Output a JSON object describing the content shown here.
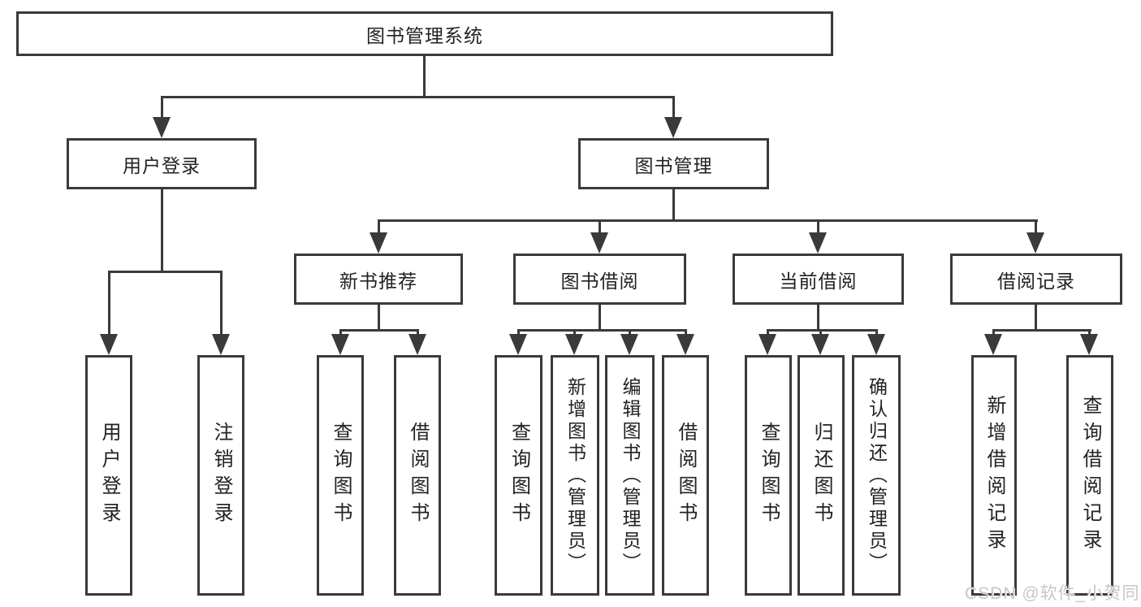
{
  "tree": {
    "label": "图书管理系统",
    "children": [
      {
        "label": "用户登录",
        "children": [
          {
            "label": "用户登录"
          },
          {
            "label": "注销登录"
          }
        ]
      },
      {
        "label": "图书管理",
        "children": [
          {
            "label": "新书推荐",
            "children": [
              {
                "label": "查询图书"
              },
              {
                "label": "借阅图书"
              }
            ]
          },
          {
            "label": "图书借阅",
            "children": [
              {
                "label": "查询图书"
              },
              {
                "label": "新增图书（管理员）"
              },
              {
                "label": "编辑图书（管理员）"
              },
              {
                "label": "借阅图书"
              }
            ]
          },
          {
            "label": "当前借阅",
            "children": [
              {
                "label": "查询图书"
              },
              {
                "label": "归还图书"
              },
              {
                "label": "确认归还（管理员）"
              }
            ]
          },
          {
            "label": "借阅记录",
            "children": [
              {
                "label": "新增借阅记录"
              },
              {
                "label": "查询借阅记录"
              }
            ]
          }
        ]
      }
    ]
  },
  "watermark": "CSDN @软件_小贺同学",
  "colors": {
    "line": "#3a3a3a",
    "text": "#222222",
    "watermark": "#c7c7c7",
    "background": "#ffffff"
  }
}
